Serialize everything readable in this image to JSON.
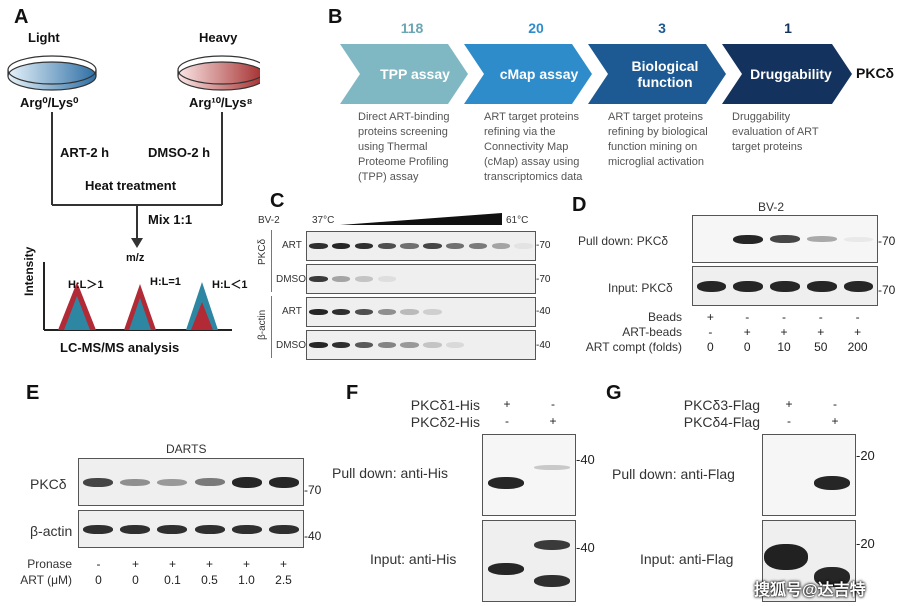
{
  "panelA": {
    "letter": "A",
    "light": "Light",
    "heavy": "Heavy",
    "arg_light": "Arg⁰/Lys⁰",
    "arg_heavy": "Arg¹⁰/Lys⁸",
    "art_2h": "ART-2 h",
    "dmso_2h": "DMSO-2 h",
    "heat": "Heat treatment",
    "mix": "Mix 1:1",
    "mz": "m/z",
    "intensity": "Intensity",
    "hl1": "H:L＞1",
    "hl2": "H:L=1",
    "hl3": "H:L＜1",
    "lcms": "LC-MS/MS analysis"
  },
  "panelB": {
    "letter": "B",
    "steps": [
      {
        "count": "118",
        "label": "TPP assay",
        "color": "#7fb8c3",
        "count_color": "#6aa6b4",
        "desc": "Direct ART-binding proteins screening using Thermal Proteome Profiling (TPP) assay"
      },
      {
        "count": "20",
        "label": "cMap assay",
        "color": "#2e8ccb",
        "count_color": "#2e8ccb",
        "desc": "ART target proteins refining via the Connectivity Map (cMap) assay using transcriptomics data"
      },
      {
        "count": "3",
        "label": "Biological function",
        "color": "#1d5a93",
        "count_color": "#1d5a93",
        "desc": "ART target proteins refining by biological function mining on microglial activation"
      },
      {
        "count": "1",
        "label": "Druggability",
        "color": "#14325e",
        "count_color": "#14325e",
        "desc": "Druggability evaluation of ART target proteins"
      }
    ],
    "result": "PKCδ"
  },
  "panelC": {
    "letter": "C",
    "cell": "BV-2",
    "temp_low": "37°C",
    "temp_high": "61°C",
    "pkc_label": "PKCδ",
    "actin_label": "β-actin",
    "rows": [
      {
        "label": "ART",
        "mw": "-70"
      },
      {
        "label": "DMSO",
        "mw": "-70"
      },
      {
        "label": "ART",
        "mw": "-40"
      },
      {
        "label": "DMSO",
        "mw": "-40"
      }
    ]
  },
  "panelD": {
    "letter": "D",
    "cell": "BV-2",
    "pull": "Pull down: PKCδ",
    "input": "Input: PKCδ",
    "mw": "-70",
    "rows": [
      {
        "label": "Beads",
        "vals": [
          "+",
          "-",
          "-",
          "-",
          "-"
        ]
      },
      {
        "label": "ART-beads",
        "vals": [
          "-",
          "+",
          "+",
          "+",
          "+"
        ]
      },
      {
        "label": "ART compt (folds)",
        "vals": [
          "0",
          "0",
          "10",
          "50",
          "200"
        ]
      }
    ]
  },
  "panelE": {
    "letter": "E",
    "title": "DARTS",
    "pkc": "PKCδ",
    "actin": "β-actin",
    "mw_top": "-70",
    "mw_bot": "-40",
    "rows": [
      {
        "label": "Pronase",
        "vals": [
          "-",
          "+",
          "+",
          "+",
          "+",
          "+"
        ]
      },
      {
        "label": "ART (μM)",
        "vals": [
          "0",
          "0",
          "0.1",
          "0.5",
          "1.0",
          "2.5"
        ]
      }
    ]
  },
  "panelF": {
    "letter": "F",
    "row1": {
      "label": "PKCδ1-His",
      "vals": [
        "+",
        "-"
      ]
    },
    "row2": {
      "label": "PKCδ2-His",
      "vals": [
        "-",
        "+"
      ]
    },
    "pull": "Pull down: anti-His",
    "input": "Input: anti-His",
    "mw": "-40"
  },
  "panelG": {
    "letter": "G",
    "row1": {
      "label": "PKCδ3-Flag",
      "vals": [
        "+",
        "-"
      ]
    },
    "row2": {
      "label": "PKCδ4-Flag",
      "vals": [
        "-",
        "+"
      ]
    },
    "pull": "Pull down: anti-Flag",
    "input": "Input: anti-Flag",
    "mw": "-20"
  },
  "watermark": "搜狐号@达吉特"
}
